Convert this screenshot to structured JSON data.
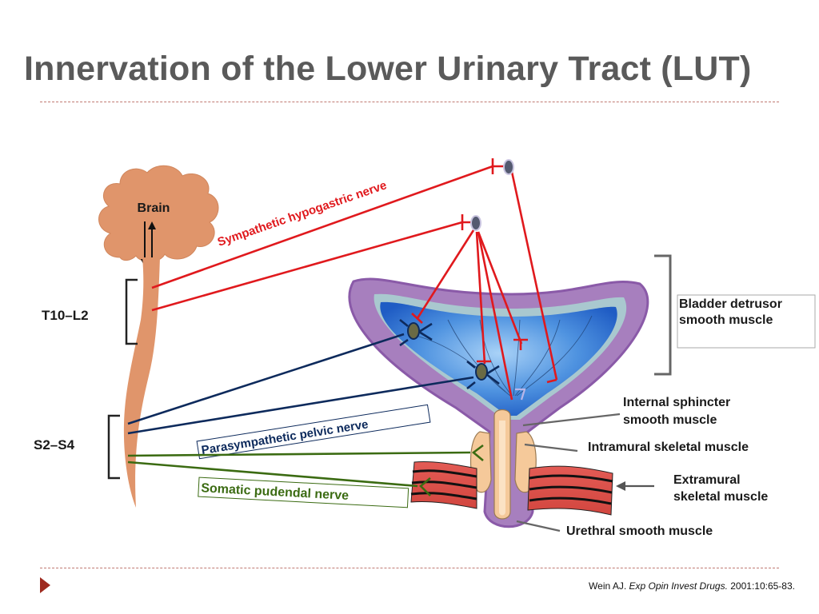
{
  "title": "Innervation of the Lower Urinary Tract (LUT)",
  "labels": {
    "brain": "Brain",
    "t10_l2": "T10–L2",
    "s2_s4": "S2–S4",
    "sympathetic": "Sympathetic hypogastric nerve",
    "parasympathetic": "Parasympathetic pelvic nerve",
    "somatic": "Somatic pudendal nerve",
    "detrusor_line1": "Bladder detrusor",
    "detrusor_line2": "smooth muscle",
    "internal_line1": "Internal sphincter",
    "internal_line2": "smooth muscle",
    "intramural": "Intramural skeletal muscle",
    "extramural_line1": "Extramural",
    "extramural_line2": "skeletal muscle",
    "urethral": "Urethral smooth muscle"
  },
  "citation": {
    "author": "Wein AJ.",
    "journal": "Exp Opin Invest Drugs.",
    "details": "2001:10:65-83."
  },
  "colors": {
    "sympathetic": "#e0191d",
    "parasympathetic": "#0d2a5c",
    "somatic": "#3b6b12",
    "spinal_cord": "#e0956b",
    "bladder_wall": "#a77fbe",
    "bladder_lumen": "#2f6fcf",
    "skeletal_muscle": "#d9534f",
    "intramural_muscle": "#f5c99a"
  }
}
